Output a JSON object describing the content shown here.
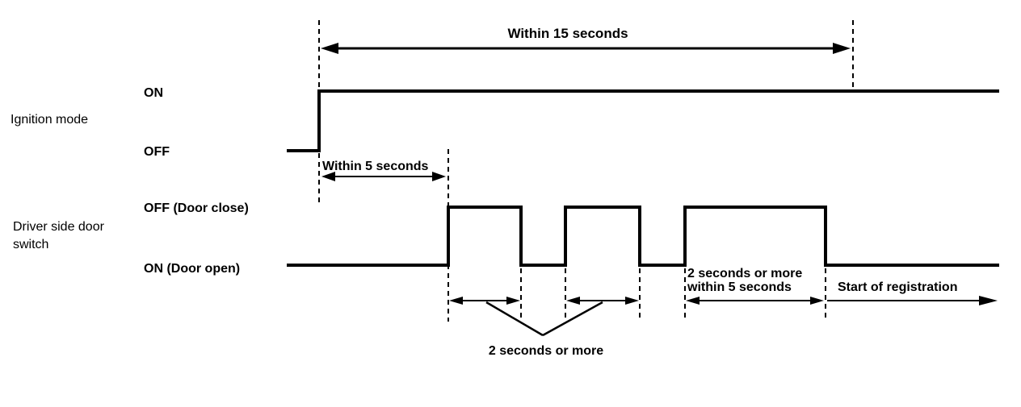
{
  "page": {
    "background": "#ffffff",
    "line_color": "#000000"
  },
  "signals": {
    "ignition": {
      "label": "Ignition mode",
      "high": "ON",
      "low": "OFF"
    },
    "door": {
      "label_line1": "Driver side door",
      "label_line2": "switch",
      "high": "OFF (Door close)",
      "low": "ON (Door open)"
    }
  },
  "annotations": {
    "within_15s": "Within 15 seconds",
    "within_5s": "Within 5 seconds",
    "pulse_width": "2 seconds or more",
    "final_pulse_line1": "2 seconds or more",
    "final_pulse_line2": "within 5 seconds",
    "registration": "Start of registration"
  }
}
